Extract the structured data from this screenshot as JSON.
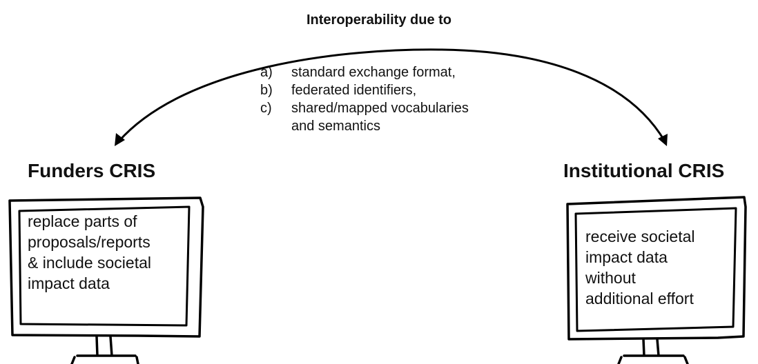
{
  "title": "Interoperability due to",
  "factors": [
    {
      "mark": "a)",
      "text": "standard exchange format,"
    },
    {
      "mark": "b)",
      "text": "federated identifiers,"
    },
    {
      "mark": "c)",
      "text": "shared/mapped vocabularies"
    },
    {
      "mark": "",
      "text": "and semantics"
    }
  ],
  "left_system": {
    "title": "Funders CRIS",
    "lines": [
      "replace parts of",
      "proposals/reports",
      "& include societal",
      "impact data"
    ]
  },
  "right_system": {
    "title": "Institutional CRIS",
    "lines": [
      "receive societal",
      "impact data",
      "without",
      "additional effort"
    ]
  }
}
